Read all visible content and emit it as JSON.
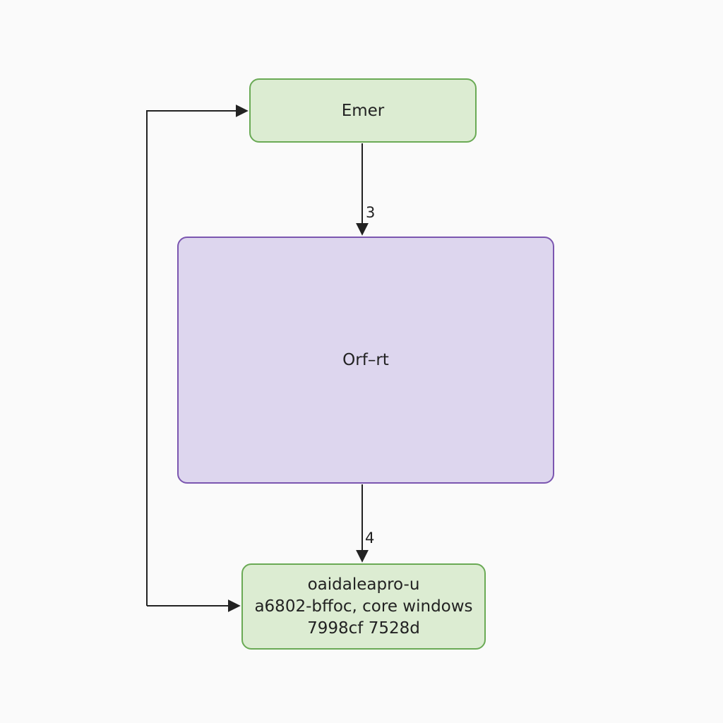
{
  "diagram": {
    "nodes": {
      "top": {
        "label": "Emer"
      },
      "middle": {
        "label": "Orf–rt"
      },
      "bottom": {
        "lines": [
          "oaidaleapro-u",
          "a6802-bffoc, core windows",
          "7998cf 7528d"
        ]
      }
    },
    "edges": {
      "top_to_middle": {
        "label": "3"
      },
      "middle_to_bottom": {
        "label": "4"
      }
    },
    "colors": {
      "green_fill": "#dcecd2",
      "green_border": "#6aaa55",
      "purple_fill": "#ddd6ee",
      "purple_border": "#7b56b0",
      "line": "#222222"
    }
  }
}
